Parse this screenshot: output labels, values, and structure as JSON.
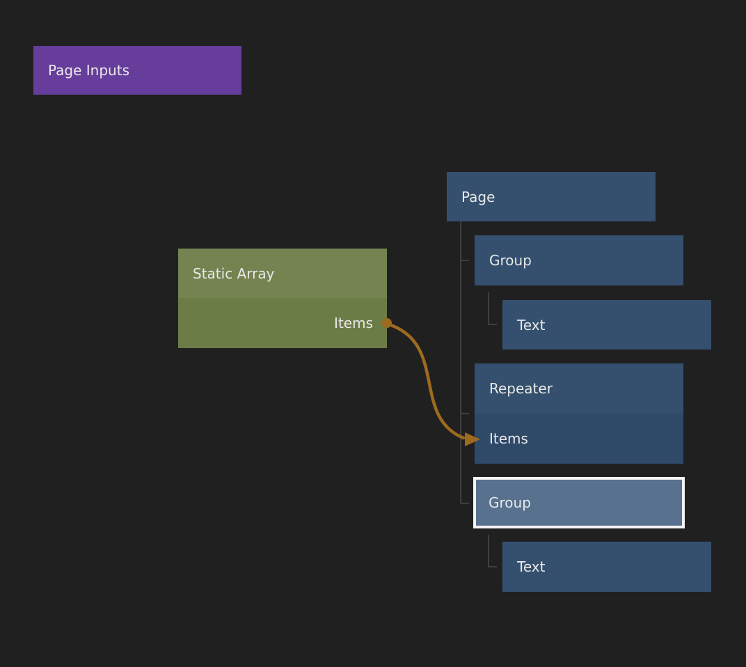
{
  "canvas": {
    "background": "#202020"
  },
  "colors": {
    "component_node": "#673d9b",
    "data_node_header": "#748350",
    "data_node_body": "#6c7c47",
    "visual_node_header": "#35506e",
    "visual_node_body": "#2f4a68",
    "selected_node_fill": "#57718f",
    "selection_border": "#f4f4f4",
    "tree_line": "#3f3f3f",
    "connection_wire": "#9d6b1e",
    "label_text": "#e9e9e9"
  },
  "nodes": {
    "page_inputs": {
      "label": "Page Inputs"
    },
    "static_array": {
      "label": "Static Array",
      "output_port": "Items"
    },
    "page": {
      "label": "Page"
    },
    "group_top": {
      "label": "Group"
    },
    "text_top": {
      "label": "Text"
    },
    "repeater": {
      "label": "Repeater",
      "input_port": "Items"
    },
    "group_selected": {
      "label": "Group",
      "selected": true
    },
    "text_bottom": {
      "label": "Text"
    }
  },
  "connection": {
    "from_node": "Static Array",
    "from_port": "Items",
    "to_node": "Repeater",
    "to_port": "Items"
  }
}
